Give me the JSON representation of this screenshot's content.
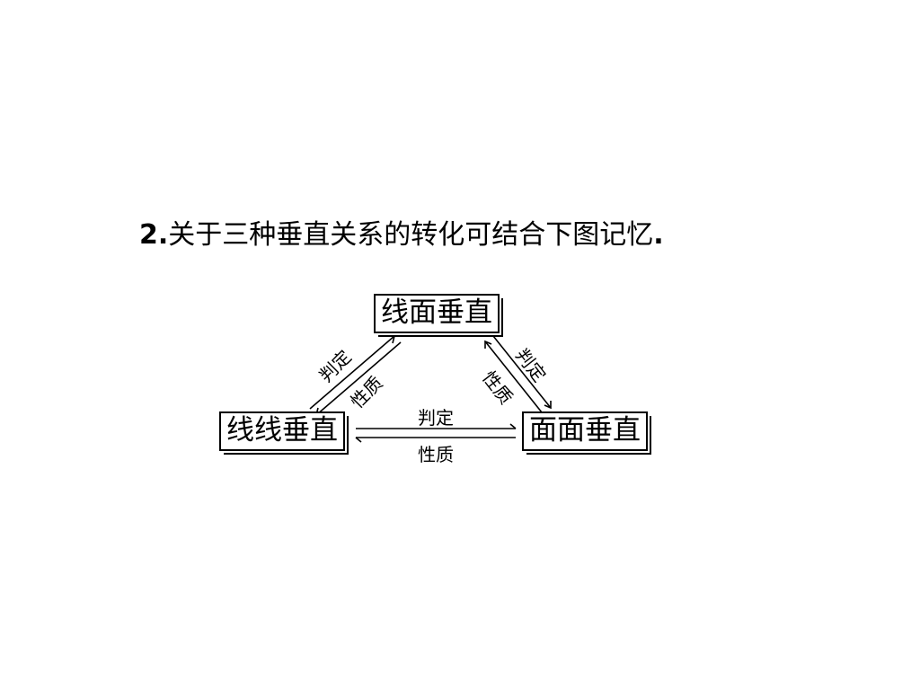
{
  "heading": {
    "number": "2",
    "text": "关于三种垂直关系的转化可结合下图记忆",
    "dot": "."
  },
  "diagram": {
    "nodes": {
      "top": "线面垂直",
      "left": "线线垂直",
      "right": "面面垂直"
    },
    "edges": {
      "left_top": {
        "forward": "判定",
        "backward": "性质"
      },
      "top_right": {
        "forward": "判定",
        "backward": "性质"
      },
      "left_right": {
        "forward": "判定",
        "backward": "性质"
      }
    }
  }
}
